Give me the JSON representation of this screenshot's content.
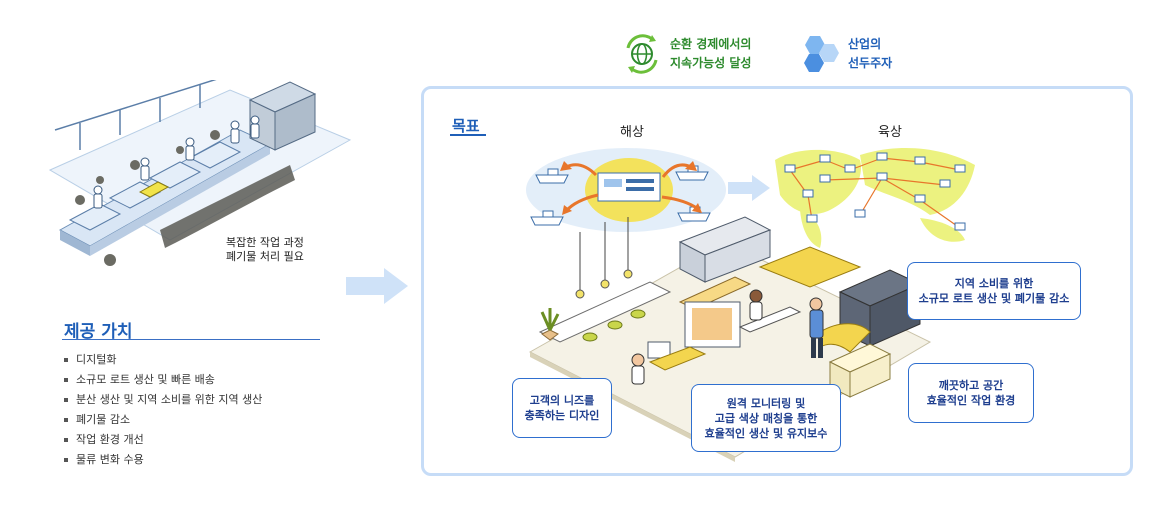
{
  "badges": [
    {
      "icon": "recycle-globe-icon",
      "line1": "순환 경제에서의",
      "line2": "지속가능성 달성",
      "color": "#2e8b2e"
    },
    {
      "icon": "hexagon-cluster-icon",
      "line1": "산업의",
      "line2": "선두주자",
      "color": "#1f5fb8"
    }
  ],
  "left": {
    "caption_line1": "복잡한 작업 과정",
    "caption_line2": "폐기물 처리 필요",
    "value_title": "제공 가치",
    "value_items": [
      "디지털화",
      "소규모 로트 생산 및 빠른 배송",
      "분산 생산 및 지역 소비를 위한 지역 생산",
      "폐기물 감소",
      "작업 환경 개선",
      "물류 변화 수용"
    ]
  },
  "goal": {
    "title": "목표",
    "sea_label": "해상",
    "land_label": "육상",
    "callouts": {
      "design": [
        "고객의 니즈를",
        "충족하는 디자인"
      ],
      "remote": [
        "원격 모니터링 및",
        "고급 색상 매칭을 통한",
        "효율적인 생산 및 유지보수"
      ],
      "local": [
        "지역 소비를 위한",
        "소규모 로트 생산 및 폐기물 감소"
      ],
      "clean": [
        "깨끗하고 공간",
        "효율적인 작업 환경"
      ]
    }
  },
  "colors": {
    "accent": "#1f5fb8",
    "panel_border": "#c6dcf7",
    "green": "#2e8b2e",
    "orange": "#e8762b",
    "yellow": "#f1e34a"
  }
}
